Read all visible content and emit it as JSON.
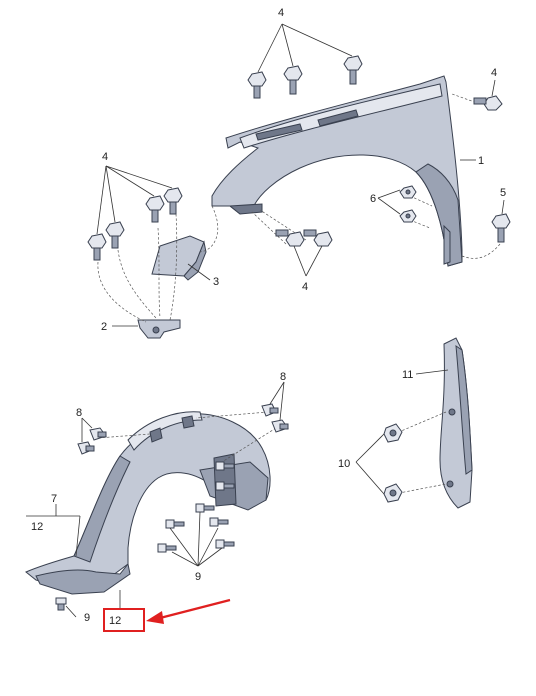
{
  "callouts": {
    "c1": "1",
    "c2": "2",
    "c3": "3",
    "c4a": "4",
    "c4b": "4",
    "c4c": "4",
    "c4d": "4",
    "c5": "5",
    "c6": "6",
    "c7": "7",
    "c8a": "8",
    "c8b": "8",
    "c9a": "9",
    "c9b": "9",
    "c10": "10",
    "c11": "11",
    "c12a": "12",
    "c12b": "12"
  },
  "colors": {
    "highlight_box": "#e02020",
    "arrow": "#e02020",
    "part_fill": "#c3c9d6"
  }
}
